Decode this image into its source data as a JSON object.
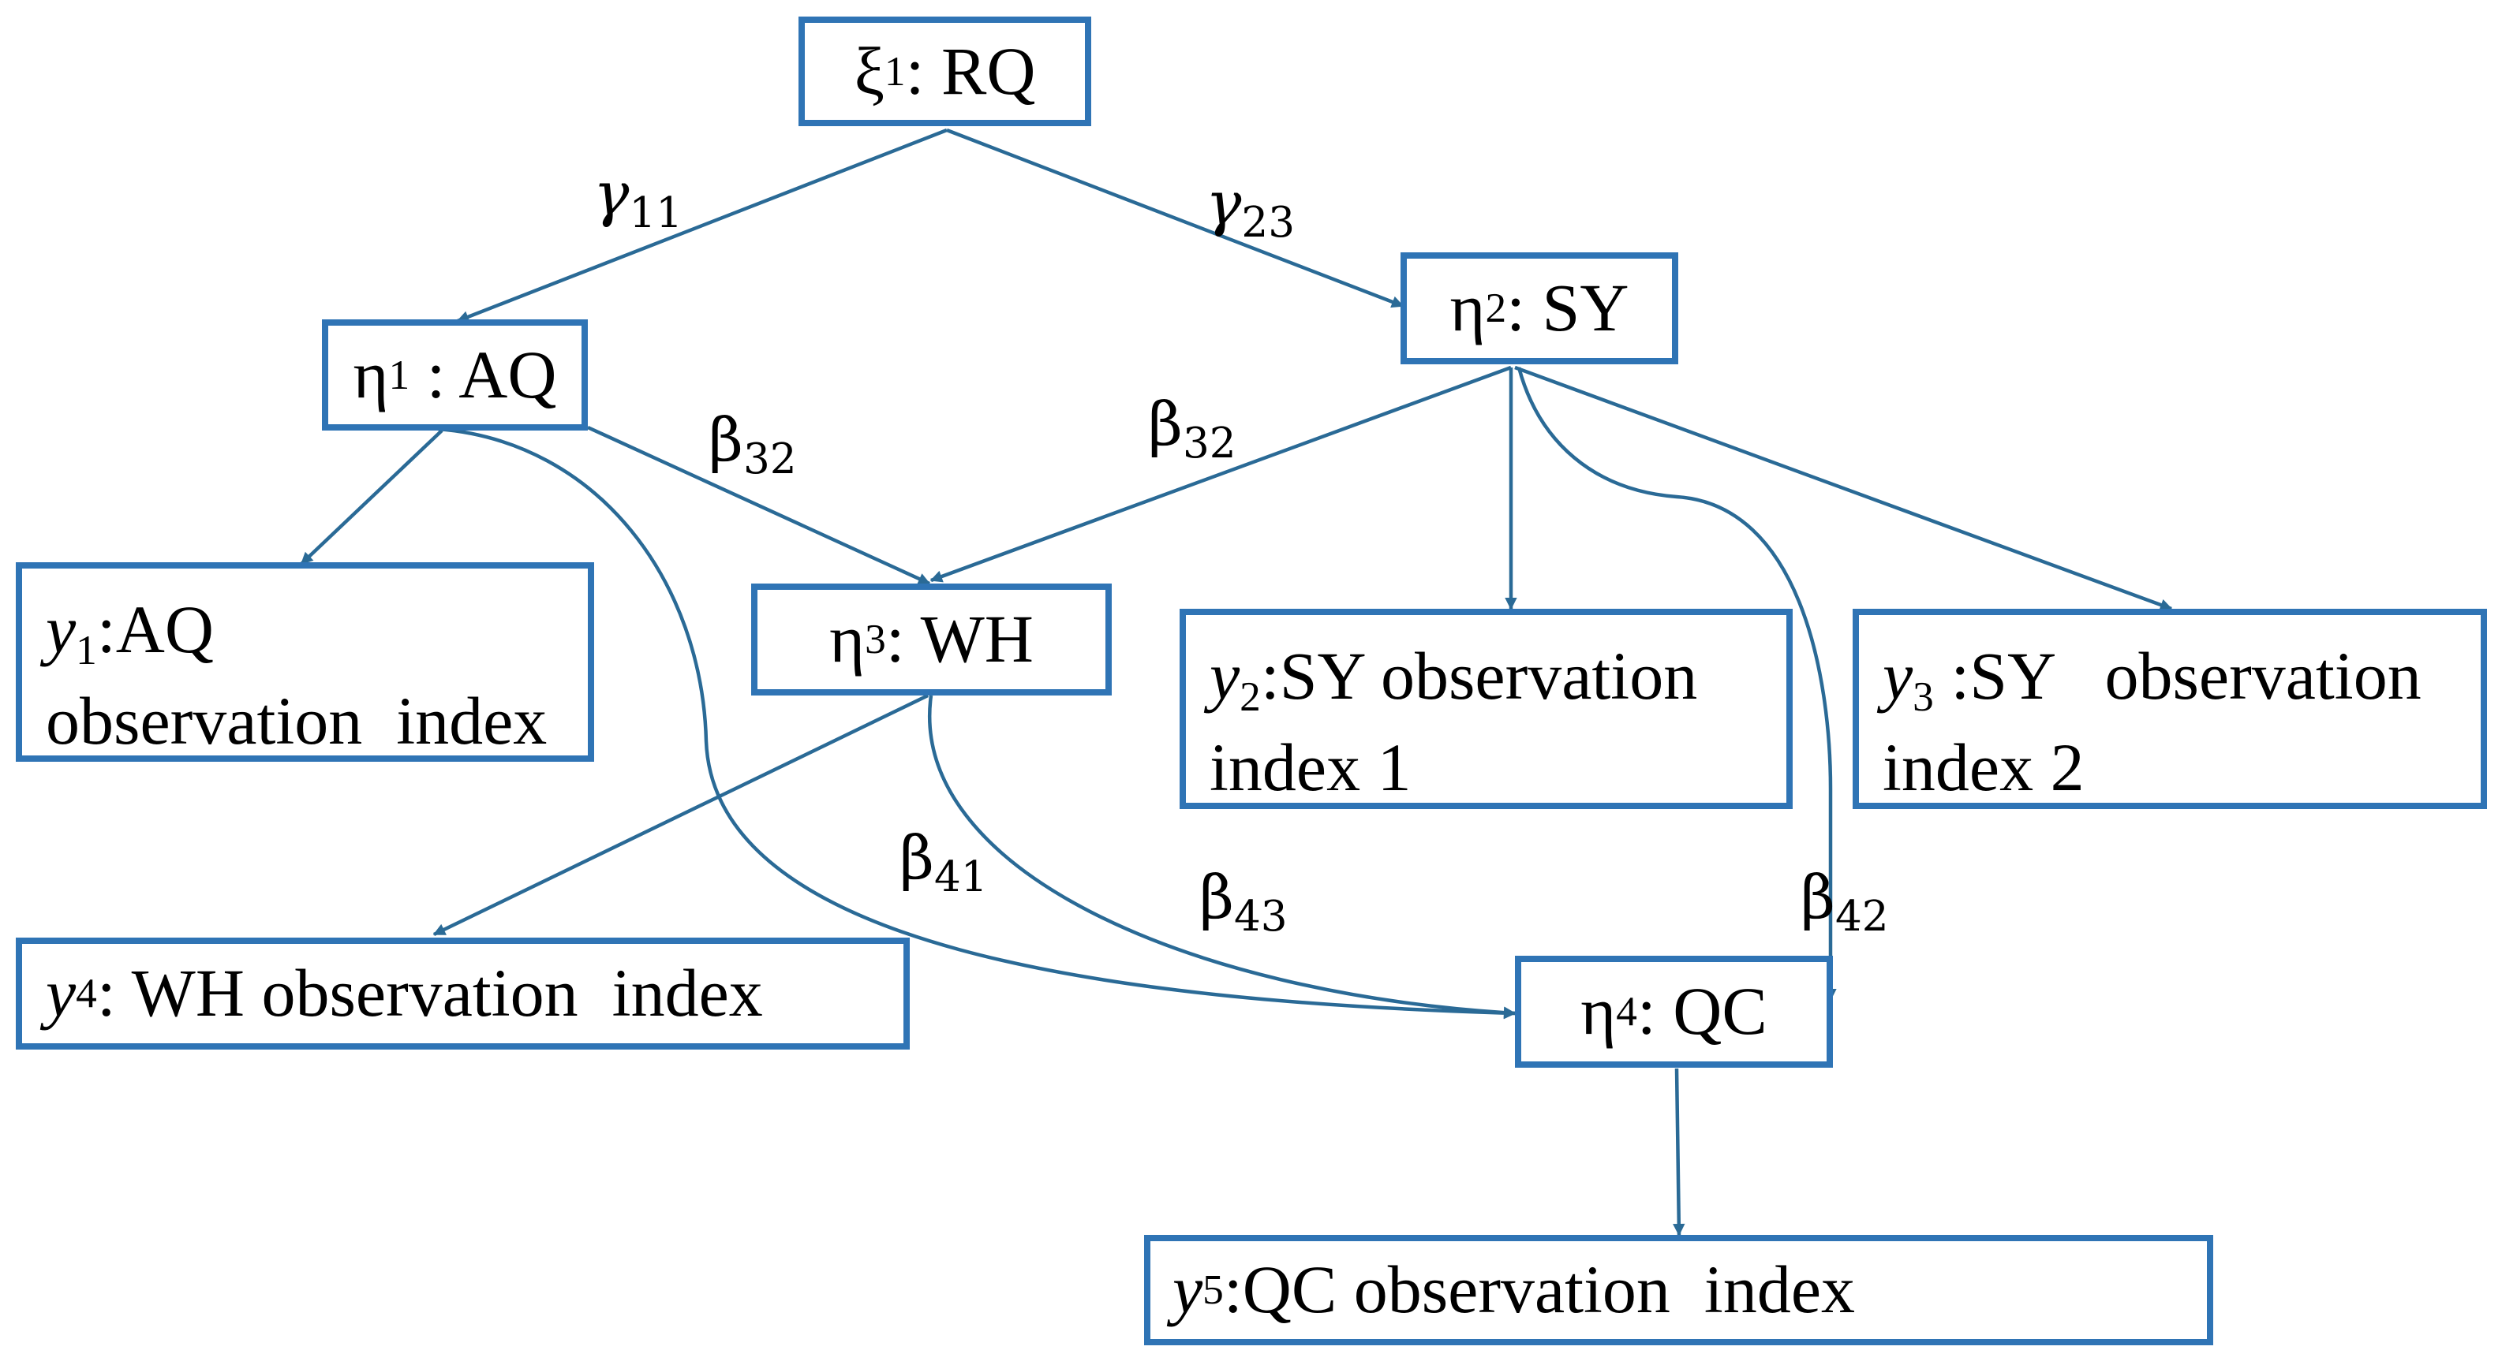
{
  "nodes": {
    "xi1": {
      "symbol": "ξ",
      "sub": "1",
      "text": ": RQ"
    },
    "eta1": {
      "symbol": "η",
      "sub": "1",
      "text": " : AQ"
    },
    "eta2": {
      "symbol": "η",
      "sub": "2",
      "text": ": SY"
    },
    "eta3": {
      "symbol": "η",
      "sub": "3",
      "text": ": WH"
    },
    "eta4": {
      "symbol": "η",
      "sub": "4",
      "text": ": QC"
    },
    "y1": {
      "symbol": "y",
      "sub": "1",
      "line1": ":AQ",
      "line2": "observation  index"
    },
    "y2": {
      "symbol": "y",
      "sub": "2",
      "line1": ":SY observation",
      "line2": "index 1"
    },
    "y3": {
      "symbol": "y",
      "sub": "3",
      "line1": " :SY   observation",
      "line2": "index 2"
    },
    "y4": {
      "symbol": "y",
      "sub": "4",
      "text": ": WH observation  index"
    },
    "y5": {
      "symbol": "y",
      "sub": "5",
      "text": ":QC observation  index"
    }
  },
  "edge_labels": {
    "gamma11": {
      "symbol": "γ",
      "sub": "11"
    },
    "gamma23": {
      "symbol": "γ",
      "sub": "23"
    },
    "beta32_left": {
      "symbol": "β",
      "sub": "32"
    },
    "beta32_right": {
      "symbol": "β",
      "sub": "32"
    },
    "beta41": {
      "symbol": "β",
      "sub": "41"
    },
    "beta43": {
      "symbol": "β",
      "sub": "43"
    },
    "beta42": {
      "symbol": "β",
      "sub": "42"
    }
  },
  "colors": {
    "box_border": "#2f74b5",
    "edge": "#2a6a96",
    "text": "#000000"
  }
}
